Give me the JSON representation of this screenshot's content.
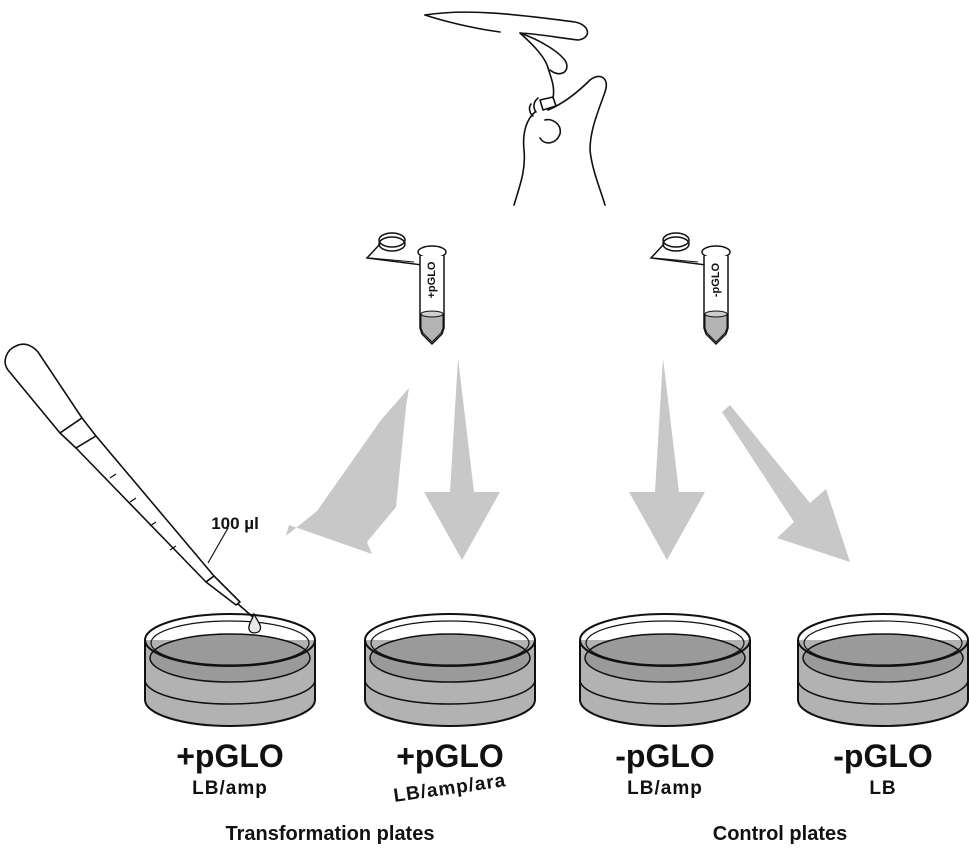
{
  "tubes": [
    {
      "label": "+pGLO"
    },
    {
      "label": "-pGLO"
    }
  ],
  "pipette": {
    "volume": "100 µl"
  },
  "plates": [
    {
      "name": "+pGLO",
      "medium": "LB/amp"
    },
    {
      "name": "+pGLO",
      "medium": "LB/amp/ara"
    },
    {
      "name": "-pGLO",
      "medium": "LB/amp"
    },
    {
      "name": "-pGLO",
      "medium": "LB"
    }
  ],
  "groups": {
    "transformation": "Transformation plates",
    "control": "Control plates"
  },
  "colors": {
    "arrow": "#c8c8c8",
    "agar": "#9a9a9a",
    "liquid": "#b4b4b4",
    "outline": "#111111"
  }
}
